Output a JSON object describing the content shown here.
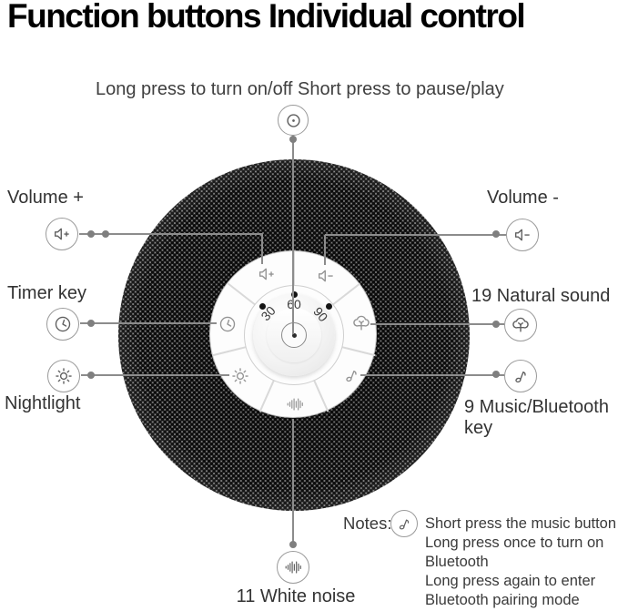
{
  "title": "Function buttons Individual control",
  "subtitle": "Long press to turn on/off Short press to pause/play",
  "labels": {
    "volume_plus": "Volume +",
    "volume_minus": "Volume -",
    "timer": "Timer key",
    "natural_sound": "19 Natural sound",
    "nightlight": "Nightlight",
    "music": "9 Music/Bluetooth key",
    "white_noise": "11 White noise"
  },
  "panel": {
    "timer_options": [
      "30",
      "60",
      "90"
    ]
  },
  "notes": {
    "prefix": "Notes:",
    "lines": [
      "Short press the music button",
      "Long press once to turn on",
      "Bluetooth",
      "Long press again to enter",
      "Bluetooth pairing mode"
    ]
  },
  "icons": {
    "power": "power-play-concentric-circles",
    "volume_plus": "speaker-plus",
    "volume_minus": "speaker-minus",
    "timer": "clock",
    "natural_sound": "tree",
    "nightlight": "sun",
    "music": "music-note",
    "white_noise": "sound-wave-bars"
  },
  "colors": {
    "title": "#000000",
    "text": "#333333",
    "line": "#8c8c8c",
    "mesh_base": "#9b9b9b",
    "mesh_hole": "#0c0c0c",
    "panel_border": "#c6c6c6",
    "icon": "#5f5f5f"
  }
}
